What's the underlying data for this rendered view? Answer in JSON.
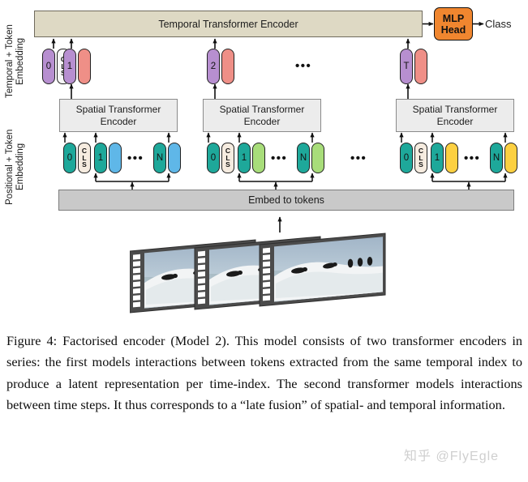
{
  "figure": {
    "temporal_encoder_label": "Temporal Transformer Encoder",
    "spatial_encoder_label": "Spatial Transformer\nEncoder",
    "embed_label": "Embed to tokens",
    "mlp_head_label": "MLP\nHead",
    "class_label": "Class",
    "axis_labels": {
      "temporal": "Temporal + Token\nEmbedding",
      "positional": "Positional + Token\nEmbedding"
    },
    "ellipsis": "•••",
    "cls_token_text": "CLS",
    "temporal_row": {
      "index_tokens": [
        "0",
        "1",
        "2",
        "T"
      ],
      "pair_color": "#ef8f87",
      "index_color": "#b78fd0",
      "cls_color": "#f7f7f7"
    },
    "spatial_groups": [
      {
        "index_tokens": [
          "0",
          "1",
          "N"
        ],
        "index_color": "#1ea89a",
        "patch_color": "#5fb7e8",
        "cls_color": "#f6ece0"
      },
      {
        "index_tokens": [
          "0",
          "1",
          "N"
        ],
        "index_color": "#1ea89a",
        "patch_color": "#a8dd7a",
        "cls_color": "#f6ece0"
      },
      {
        "index_tokens": [
          "0",
          "1",
          "N"
        ],
        "index_color": "#1ea89a",
        "patch_color": "#fcd041",
        "cls_color": "#f6ece0"
      }
    ],
    "colors": {
      "temporal_bar_fill": "#ded9c4",
      "embed_bar_fill": "#c9c9c9",
      "spatial_box_fill": "#ececec",
      "mlp_fill": "#f0862f"
    },
    "video_frames": {
      "count": 3,
      "description": "penguins on iceberg"
    }
  },
  "caption": {
    "text": "Figure 4: Factorised encoder (Model 2). This model consists of two transformer encoders in series: the first models interactions between tokens extracted from the same temporal index to produce a latent representation per time-index. The second transformer models interactions between time steps. It thus corresponds to a “late fusion” of spatial- and temporal information."
  },
  "watermark": {
    "text": "知乎 @FlyEgle"
  }
}
